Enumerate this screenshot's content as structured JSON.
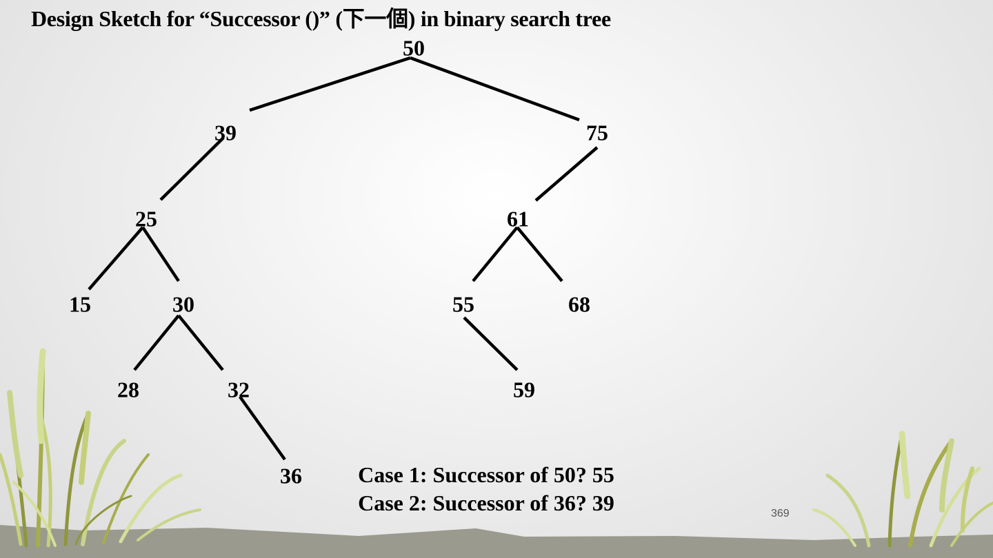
{
  "slide": {
    "title": "Design Sketch for “Successor ()” (下一個) in binary search tree",
    "page_number": "369"
  },
  "tree": {
    "root": "50",
    "nodes": {
      "n50": "50",
      "n39": "39",
      "n75": "75",
      "n25": "25",
      "n61": "61",
      "n15": "15",
      "n30": "30",
      "n55": "55",
      "n68": "68",
      "n28": "28",
      "n32": "32",
      "n59": "59",
      "n36": "36"
    },
    "edges": [
      [
        "50",
        "39"
      ],
      [
        "50",
        "75"
      ],
      [
        "39",
        "25"
      ],
      [
        "75",
        "61"
      ],
      [
        "25",
        "15"
      ],
      [
        "25",
        "30"
      ],
      [
        "61",
        "55"
      ],
      [
        "61",
        "68"
      ],
      [
        "30",
        "28"
      ],
      [
        "30",
        "32"
      ],
      [
        "55",
        "59"
      ],
      [
        "32",
        "36"
      ]
    ]
  },
  "cases": [
    "Case 1: Successor of 50? 55",
    "Case 2: Successor of 36? 39"
  ],
  "colors": {
    "ground": "#9a9b8e",
    "grass_light": "#d4df9a",
    "grass_dark": "#8f963c"
  }
}
